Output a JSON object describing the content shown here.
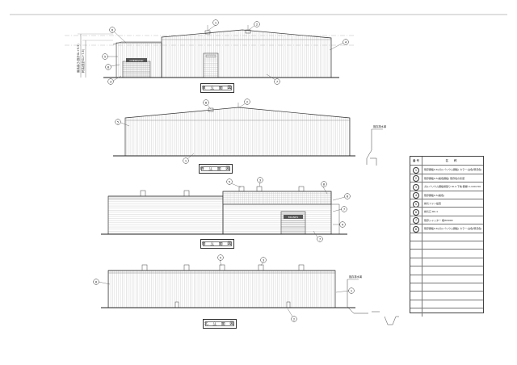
{
  "views": [
    {
      "key": "east",
      "title": "東 立 面 図"
    },
    {
      "key": "west",
      "title": "西 立 面 図"
    },
    {
      "key": "south",
      "title": "南 立 面 図"
    },
    {
      "key": "north",
      "title": "北 立 面 図"
    }
  ],
  "dimension_labels": {
    "total_height": "最高高さ(設計GL+9.5)",
    "eave_height": "軒高(設計GL+7.8)"
  },
  "callout_numbers": {
    "east_1": "6",
    "east_2": "5",
    "east_3": "8",
    "east_4": "3",
    "east_5": "1",
    "east_6": "2",
    "east_7": "4",
    "east_8": "7",
    "west_1": "5",
    "west_2": "8",
    "west_3": "2",
    "west_4": "1",
    "south_1": "5",
    "south_2": "3",
    "south_3": "8",
    "south_4": "6",
    "south_5": "7",
    "south_6": "4",
    "north_1": "8",
    "north_2": "5",
    "north_3": "3",
    "north_4": "1",
    "north_5": "2"
  },
  "signboard_labels": {
    "east": "CHEMISTRY",
    "south": "BRANDS"
  },
  "side_notes": {
    "west": "既存排水溝",
    "north": "既存排水溝"
  },
  "legend": {
    "header_no": "番 号",
    "header_name": "名 称",
    "rows": [
      {
        "no": "1",
        "text": "既存鋼板0.6(ガルバリウム鋼板) カラー:白色(現況色)"
      },
      {
        "no": "2",
        "text": "既存鋼板0.5(着色鋼板) 既存色の塗装"
      },
      {
        "no": "3",
        "text": "ガルバリウム鋼板横張り t0.4 下地:胴縁 C-100×50"
      },
      {
        "no": "4",
        "text": "既存鋼板0.5(着色)"
      },
      {
        "no": "5",
        "text": "換気ファン設置"
      },
      {
        "no": "6",
        "text": "換気口 RC-1"
      },
      {
        "no": "7",
        "text": "既存シャッター 幅W3000"
      },
      {
        "no": "8",
        "text": "既存鋼板0.6(ガルバリウム鋼板) カラー:白色(現況色)"
      }
    ]
  }
}
